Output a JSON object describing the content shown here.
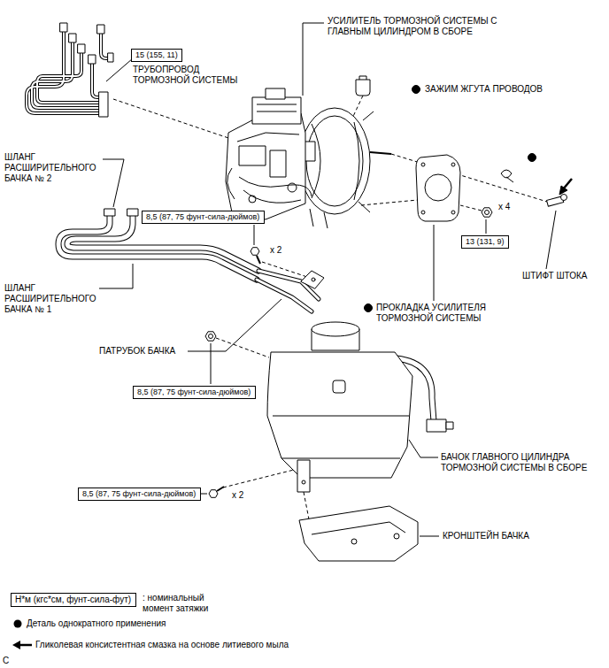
{
  "diagram": {
    "nodes": [
      {
        "text": [
          "15 (155, 11)"
        ]
      },
      {
        "text": [
          "8,5 (87, 75 фунт-сила-дюймов)"
        ]
      },
      {
        "text": [
          "13 (131, 9)"
        ]
      },
      {
        "text": [
          "8,5 (87, 75 фунт-сила-дюймов)"
        ]
      },
      {
        "text": [
          "8,5 (87, 75 фунт-сила-дюймов)"
        ]
      },
      {
        "text": [
          "Н*м (кгс*см, фунт-сила-фут)"
        ]
      }
    ],
    "labels": [
      "ТРУБОПРОВОД ТОРМОЗНОЙ СИСТЕМЫ",
      "УСИЛИТЕЛЬ ТОРМОЗНОЙ СИСТЕМЫ С ГЛАВНЫМ ЦИЛИНДРОМ В СБОРЕ",
      "ЗАЖИМ ЖГУТА ПРОВОДОВ",
      "ШЛАНГ РАСШИРИТЕЛЬНОГО БАЧКА № 2",
      "x 2",
      "x 4",
      "ШТИФТ ШТОКА",
      "ШЛАНГ РАСШИРИТЕЛЬНОГО БАЧКА № 1",
      "ПРОКЛАДКА УСИЛИТЕЛЯ ТОРМОЗНОЙ СИСТЕМЫ",
      "ПАТРУБОК БАЧКА",
      "БАЧОК ГЛАВНОГО ЦИЛИНДРА ТОРМОЗНОЙ СИСТЕМЫ В СБОРЕ",
      "x 2",
      "КРОНШТЕЙН БАЧКА",
      "C"
    ],
    "legend": [
      {
        "text": ": номинальный момент затяжки"
      },
      {
        "text": "Деталь однократного применения"
      },
      {
        "text": "Гликолевая консистентная смазка на основе литиевого мыла"
      }
    ]
  }
}
